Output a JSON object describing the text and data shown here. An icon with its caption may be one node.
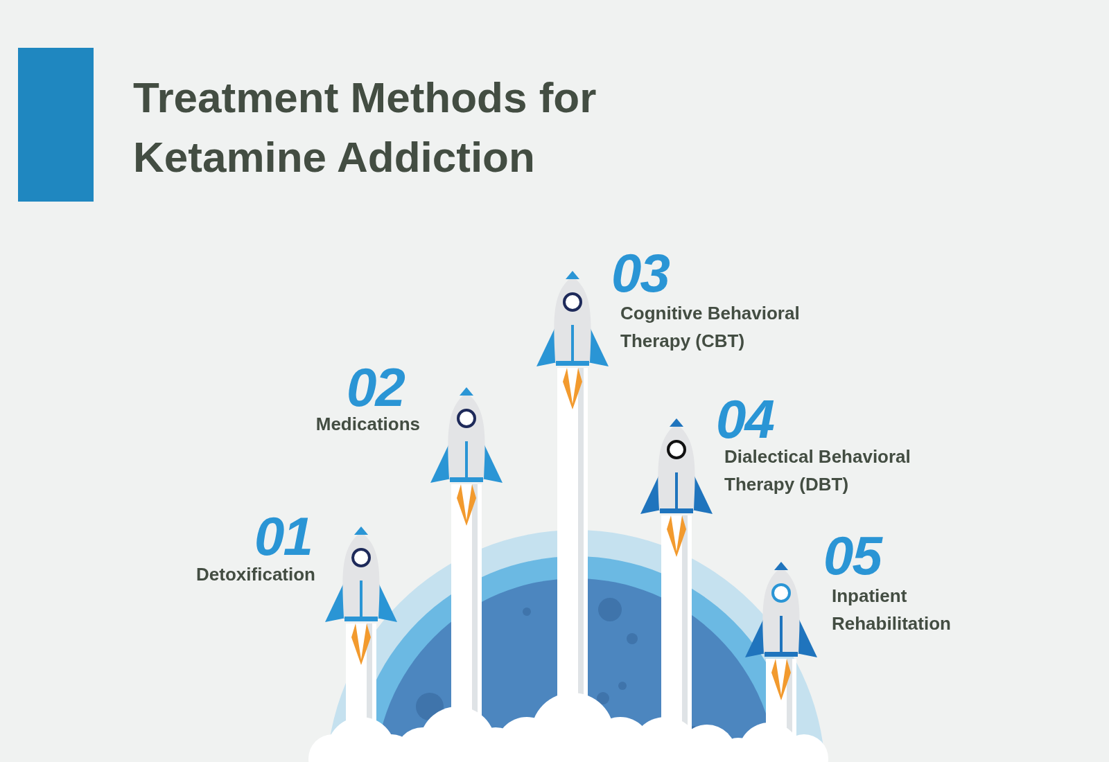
{
  "diagram": {
    "title": "Treatment Methods for Ketamine Addiction",
    "labels": [
      "01",
      "Detoxification",
      "02",
      "Medications",
      "03",
      "Cognitive Behavioral Therapy (CBT)",
      "04",
      "Dialectical Behavioral Therapy (DBT)",
      "05",
      "Inpatient Rehabilitation"
    ]
  }
}
